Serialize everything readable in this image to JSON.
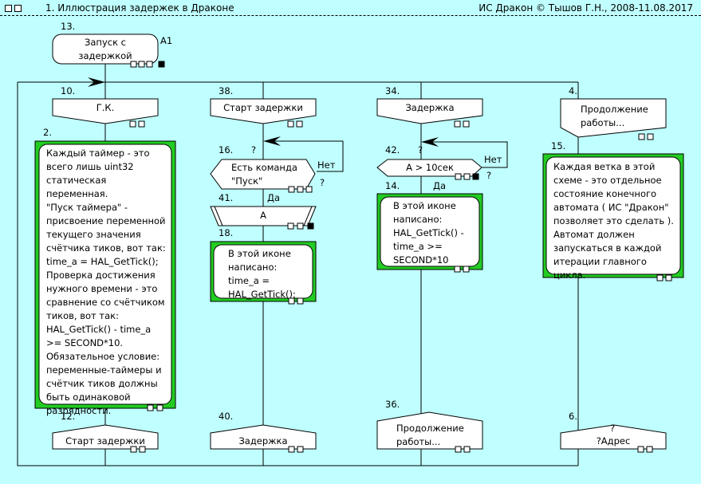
{
  "header": {
    "title": "1. Иллюстрация задержек в Драконе",
    "copyright": "ИС Дракон © Тышов Г.Н., 2008-11.08.2017"
  },
  "colors": {
    "background": "#c0ffff",
    "comment_frame": "#22cc22",
    "icon_fill": "#ffffff",
    "line": "#000000"
  },
  "start": {
    "id": "13.",
    "label": "Запуск с\nзадержкой",
    "tag": "A1"
  },
  "branches": [
    {
      "header": {
        "id": "10.",
        "label": "Г.К."
      },
      "comment": {
        "id": "2.",
        "text": "Каждый таймер - это\nвсего лишь uint32\nстатическая\nпеременная.\n\"Пуск таймера\" -\nприсвоение переменной\nтекущего значения\nсчётчика тиков, вот так:\ntime_a = HAL_GetTick();\nПроверка достижения\nнужного времени - это\nсравнение со счётчиком\nтиков, вот так:\nHAL_GetTick() - time_a\n>= SECOND*10.\nОбязательное условие:\nпеременные-таймеры и\nсчётчик тиков должны\nбыть одинаковой\nразрядности."
      },
      "address": {
        "id": "12.",
        "label": "Старт задержки"
      }
    },
    {
      "header": {
        "id": "38.",
        "label": "Старт задержки"
      },
      "question": {
        "id": "16.",
        "label": "Есть команда\n\"Пуск\"",
        "no": "Нет",
        "yes": "Да",
        "mark": "?"
      },
      "action": {
        "id": "41.",
        "label": "А"
      },
      "comment": {
        "id": "18.",
        "text": "В этой иконе\nнаписано:\ntime_a =\nHAL_GetTick();"
      },
      "address": {
        "id": "40.",
        "label": "Задержка"
      }
    },
    {
      "header": {
        "id": "34.",
        "label": "Задержка"
      },
      "question": {
        "id": "42.",
        "label": "А > 10сек",
        "no": "Нет",
        "yes": "Да",
        "mark": "?"
      },
      "comment": {
        "id": "14.",
        "text": "В этой иконе\nнаписано:\nHAL_GetTick() -\ntime_a >=\nSECOND*10"
      },
      "address": {
        "id": "36.",
        "label": "Продолжение\nработы..."
      }
    },
    {
      "header": {
        "id": "4.",
        "label": "Продолжение\nработы..."
      },
      "comment": {
        "id": "15.",
        "text": "Каждая ветка в этой\nсхеме - это отдельное\nсостояние конечного\nавтомата ( ИС \"Дракон\"\nпозволяет это сделать ).\nАвтомат должен\nзапускаться в каждой\nитерации главного\nцикла."
      },
      "address": {
        "id": "6.",
        "label": "?Адрес",
        "mark": "?"
      }
    }
  ]
}
